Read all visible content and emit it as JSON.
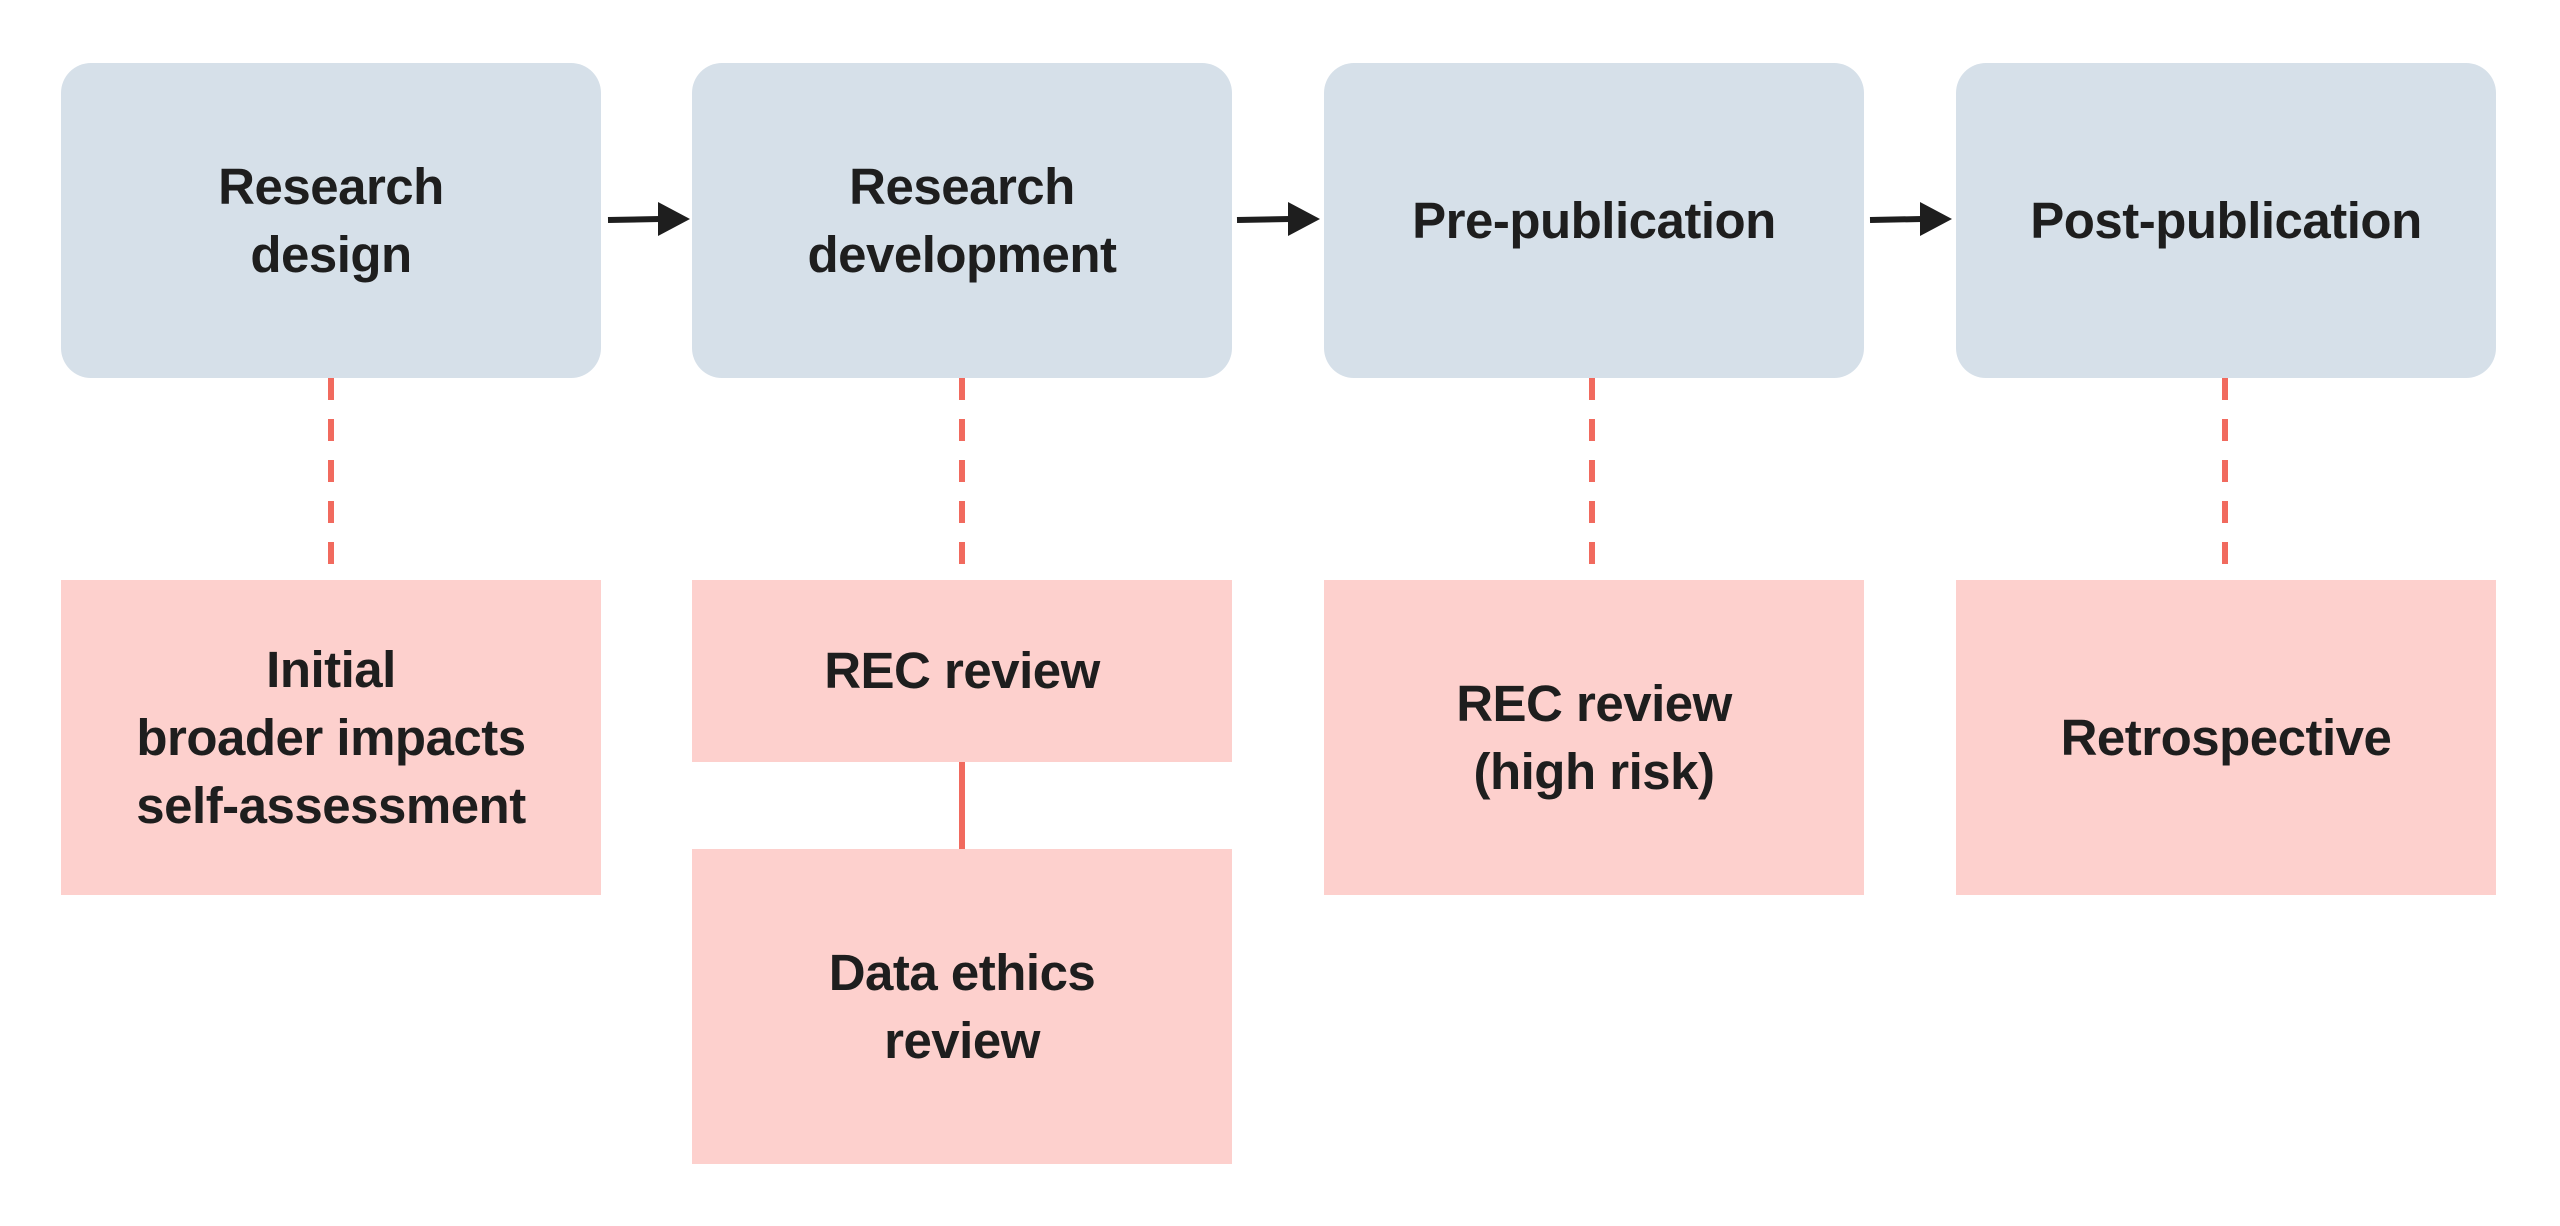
{
  "stages": [
    {
      "label": "Research\ndesign",
      "icon": "stage"
    },
    {
      "label": "Research\ndevelopment",
      "icon": "stage"
    },
    {
      "label": "Pre-publication",
      "icon": "stage"
    },
    {
      "label": "Post-publication",
      "icon": "stage"
    }
  ],
  "reviews": [
    {
      "label": "Initial\nbroader impacts\nself-assessment"
    },
    {
      "label": "REC review"
    },
    {
      "label": "Data ethics\nreview"
    },
    {
      "label": "REC review\n(high risk)"
    },
    {
      "label": "Retrospective"
    }
  ],
  "colors": {
    "stage_fill": "#d6e0e9",
    "review_fill": "#fdd0cd",
    "dashed_connector": "#f16a5e",
    "solid_connector": "#f16a5e",
    "arrow": "#1e1e1e",
    "text": "#1e1e1e"
  }
}
